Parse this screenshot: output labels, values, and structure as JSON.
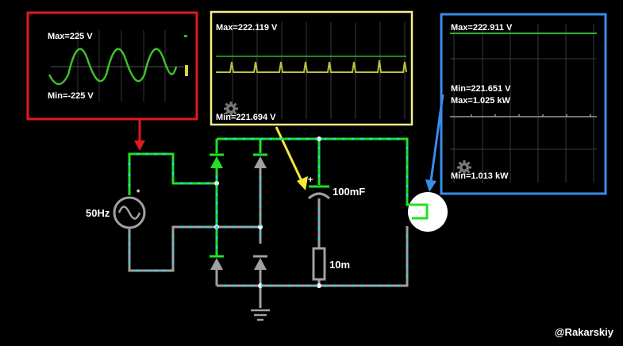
{
  "scope_red": {
    "max_label": "Max=225 V",
    "min_label": "Min=-225 V",
    "frame_color": "#e01a1a",
    "trace_color": "#3fbf2a"
  },
  "scope_yellow": {
    "max_label": "Max=222.119 V",
    "min_label": "Min=221.694 V",
    "frame_color": "#f5ef8a",
    "trace_color": "#bdbf3a",
    "settings_icon": "gear-icon"
  },
  "scope_blue": {
    "max_voltage_label": "Max=222.911 V",
    "min_voltage_label": "Min=221.651 V",
    "max_power_label": "Max=1.025 kW",
    "min_power_label": "Min=1.013 kW",
    "frame_color": "#3b8bea",
    "trace_voltage_color": "#2fb52a",
    "trace_power_color": "#9a9a9a",
    "settings_icon": "gear-icon"
  },
  "circuit": {
    "source_label": "50Hz",
    "source_marker": "*",
    "capacitor_label": "100mF",
    "capacitor_polarity": "+",
    "resistor_label": "10m",
    "active_wire_color": "#22e022",
    "idle_wire_color": "#a0a0a0",
    "current_dot_color": "#33d7e8"
  },
  "arrows": {
    "red": "#e01a1a",
    "yellow": "#f2ea3a",
    "blue": "#3b8bea"
  },
  "watermark": "@Rakarskiy"
}
